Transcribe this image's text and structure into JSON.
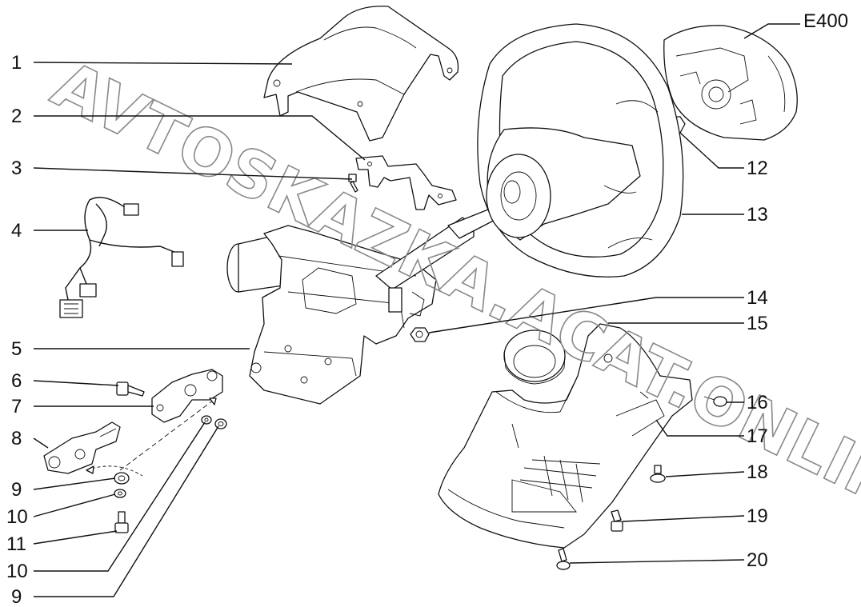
{
  "diagram": {
    "code": "E400",
    "watermark": "AVTOSKAZKA.ACAT.ONLINE",
    "labels": [
      {
        "id": "c1",
        "text": "1"
      },
      {
        "id": "c2",
        "text": "2"
      },
      {
        "id": "c3",
        "text": "3"
      },
      {
        "id": "c4",
        "text": "4"
      },
      {
        "id": "c5",
        "text": "5"
      },
      {
        "id": "c6",
        "text": "6"
      },
      {
        "id": "c7",
        "text": "7"
      },
      {
        "id": "c8",
        "text": "8"
      },
      {
        "id": "c9a",
        "text": "9"
      },
      {
        "id": "c10a",
        "text": "10"
      },
      {
        "id": "c11",
        "text": "11"
      },
      {
        "id": "c10b",
        "text": "10"
      },
      {
        "id": "c9b",
        "text": "9"
      },
      {
        "id": "c12",
        "text": "12"
      },
      {
        "id": "c13",
        "text": "13"
      },
      {
        "id": "c14",
        "text": "14"
      },
      {
        "id": "c15",
        "text": "15"
      },
      {
        "id": "c16",
        "text": "16"
      },
      {
        "id": "c17",
        "text": "17"
      },
      {
        "id": "c18",
        "text": "18"
      },
      {
        "id": "c19",
        "text": "19"
      },
      {
        "id": "c20",
        "text": "20"
      }
    ]
  }
}
